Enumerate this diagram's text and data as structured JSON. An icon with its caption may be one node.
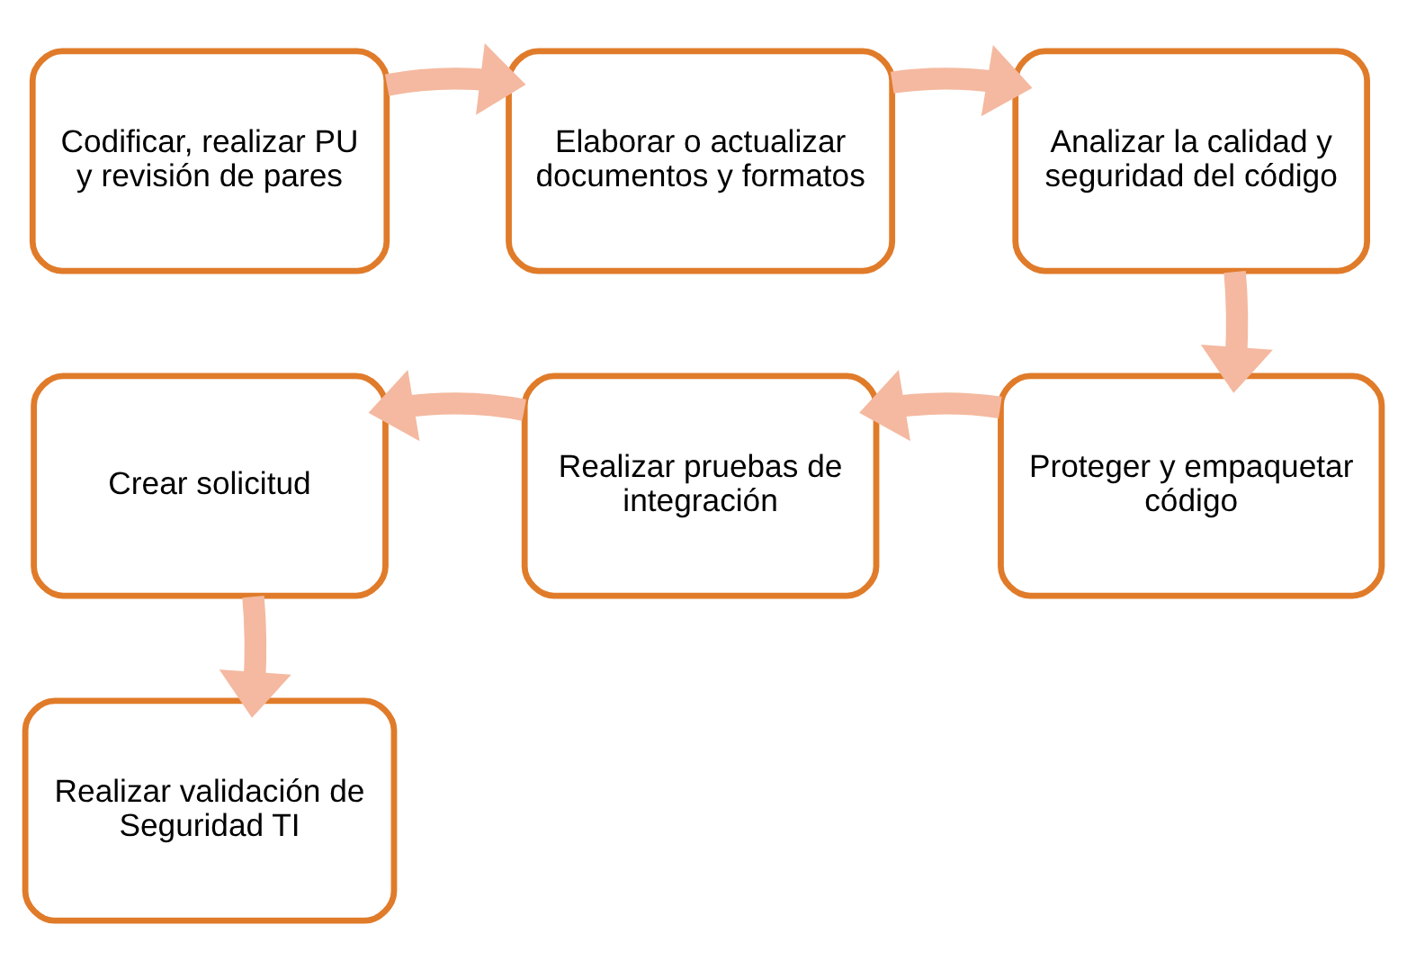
{
  "diagram": {
    "nodes": [
      {
        "text": [
          "Codificar, realizar PU y revisión de pares"
        ]
      },
      {
        "text": [
          "Elaborar o actualizar documentos y formatos"
        ]
      },
      {
        "text": [
          "Analizar la calidad y seguridad del código"
        ]
      },
      {
        "text": [
          "Proteger y empaquetar código"
        ]
      },
      {
        "text": [
          "Realizar pruebas de integración"
        ]
      },
      {
        "text": [
          "Crear solicitud"
        ]
      },
      {
        "text": [
          "Realizar validación de Seguridad TI"
        ]
      }
    ],
    "edges": [
      {
        "from": 0,
        "to": 1,
        "arrow": "to"
      },
      {
        "from": 1,
        "to": 2,
        "arrow": "to"
      },
      {
        "from": 2,
        "to": 3,
        "arrow": "to"
      },
      {
        "from": 3,
        "to": 4,
        "arrow": "to"
      },
      {
        "from": 4,
        "to": 5,
        "arrow": "to"
      },
      {
        "from": 5,
        "to": 6,
        "arrow": "to"
      }
    ]
  }
}
